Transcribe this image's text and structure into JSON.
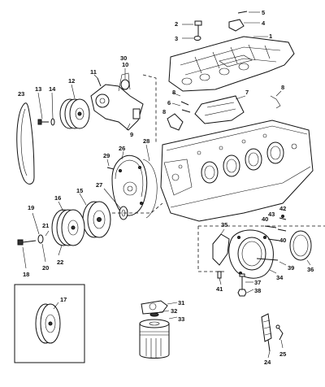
{
  "callouts": [
    "1",
    "2",
    "3",
    "4",
    "5",
    "6",
    "7",
    "8",
    "8",
    "8",
    "9",
    "10",
    "11",
    "12",
    "13",
    "14",
    "15",
    "16",
    "17",
    "18",
    "19",
    "20",
    "21",
    "22",
    "23",
    "24",
    "25",
    "26",
    "27",
    "28",
    "29",
    "30",
    "31",
    "32",
    "33",
    "34",
    "35",
    "36",
    "37",
    "38",
    "39",
    "40",
    "40",
    "41",
    "42",
    "43"
  ]
}
